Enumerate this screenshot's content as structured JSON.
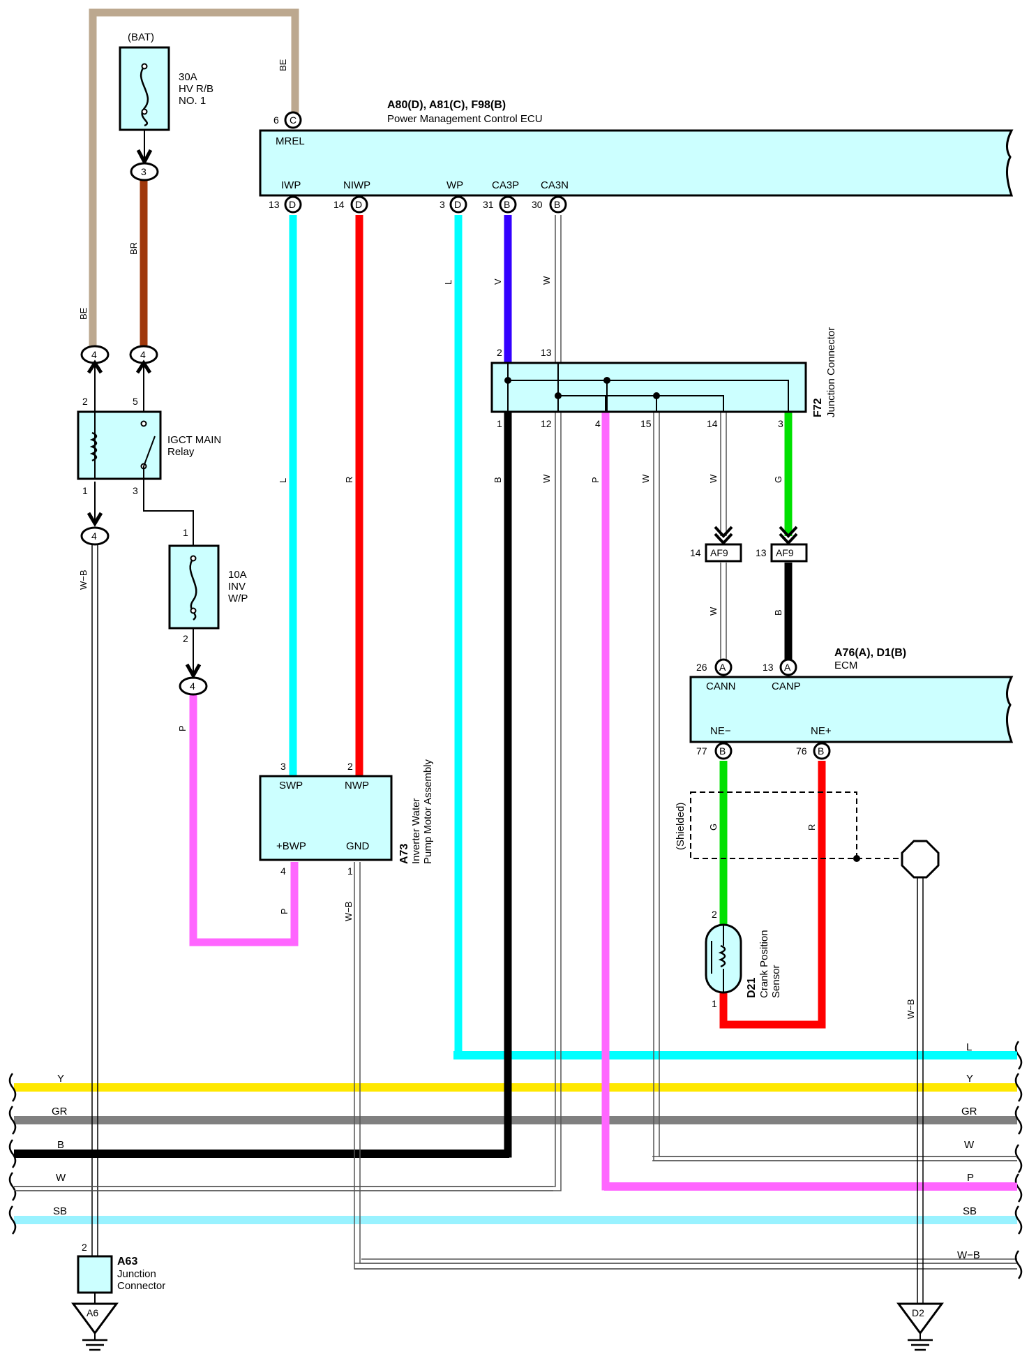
{
  "wire_colors": {
    "BE": "#bca88f",
    "BR": "#a0380c",
    "L": "#00ffff",
    "R": "#ff0000",
    "V": "#3300ff",
    "W": "#ffffff",
    "B": "#000000",
    "G": "#00e000",
    "P": "#ff66ff",
    "Y": "#ffe800",
    "GR": "#808080",
    "SB": "#99f2ff",
    "WB": "#ffffff"
  },
  "component_fill": "#ccffff",
  "bat": {
    "label": "(BAT)",
    "fuse": [
      "30A",
      "HV R/B",
      "NO. 1"
    ]
  },
  "ecu": {
    "title": "A80(D), A81(C), F98(B)",
    "subtitle": "Power Management Control ECU",
    "mrel_pin": "6",
    "mrel_conn": "C",
    "mrel_label": "MREL",
    "pins": [
      {
        "num": "13",
        "conn": "D",
        "label": "IWP"
      },
      {
        "num": "14",
        "conn": "D",
        "label": "NIWP"
      },
      {
        "num": "3",
        "conn": "D",
        "label": "WP"
      },
      {
        "num": "31",
        "conn": "B",
        "label": "CA3P"
      },
      {
        "num": "30",
        "conn": "B",
        "label": "CA3N"
      }
    ]
  },
  "relay": {
    "name": [
      "IGCT MAIN",
      "Relay"
    ],
    "pins": {
      "coil_top": "2",
      "contact_top": "5",
      "coil_bottom": "1",
      "contact_bottom": "3"
    }
  },
  "inv_fuse": {
    "lines": [
      "10A",
      "INV",
      "W/P"
    ],
    "pin_top": "1",
    "pin_bottom": "2"
  },
  "plugs": {
    "top_left": "4",
    "top_right": "4",
    "fuse_top": "3",
    "relay_bottom": "4",
    "inv_bottom": "4"
  },
  "pump": {
    "id": "A73",
    "name": [
      "Inverter Water",
      "Pump Motor Assembly"
    ],
    "pins": {
      "swp": "SWP",
      "nwp": "NWP",
      "bwp": "+BWP",
      "gnd": "GND",
      "swp_num": "3",
      "nwp_num": "2",
      "bwp_num": "4",
      "gnd_num": "1"
    }
  },
  "jc": {
    "id": "F72",
    "name": "Junction Connector",
    "top_pins": [
      "2",
      "13"
    ],
    "bottom_pins": [
      "1",
      "12",
      "4",
      "15",
      "14",
      "3"
    ]
  },
  "af9": {
    "label": "AF9",
    "left_pin": "14",
    "right_pin": "13"
  },
  "ecm": {
    "title": "A76(A), D1(B)",
    "subtitle": "ECM",
    "pins_top": [
      {
        "num": "26",
        "conn": "A",
        "label": "CANN"
      },
      {
        "num": "13",
        "conn": "A",
        "label": "CANP"
      }
    ],
    "pins_bottom": [
      {
        "num": "77",
        "conn": "B",
        "label": "NE−"
      },
      {
        "num": "76",
        "conn": "B",
        "label": "NE+"
      }
    ]
  },
  "shielded": "(Shielded)",
  "crank": {
    "id": "D21",
    "name": [
      "Crank Position",
      "Sensor"
    ],
    "pin_top": "2",
    "pin_bottom": "1"
  },
  "a63": {
    "id": "A63",
    "name": [
      "Junction",
      "Connector"
    ],
    "pin": "2"
  },
  "grounds": {
    "left": "A6",
    "right": "D2"
  },
  "wire_labels": {
    "be": "BE",
    "br": "BR",
    "l": "L",
    "r": "R",
    "v": "V",
    "w": "W",
    "b": "B",
    "g": "G",
    "p": "P",
    "wb": "W−B"
  },
  "bus": [
    {
      "left": "",
      "right": "L"
    },
    {
      "left": "Y",
      "right": "Y"
    },
    {
      "left": "GR",
      "right": "GR"
    },
    {
      "left": "B",
      "right": "W"
    },
    {
      "left": "W",
      "right": "P"
    },
    {
      "left": "SB",
      "right": "SB"
    },
    {
      "left": "",
      "right": "W−B"
    }
  ]
}
